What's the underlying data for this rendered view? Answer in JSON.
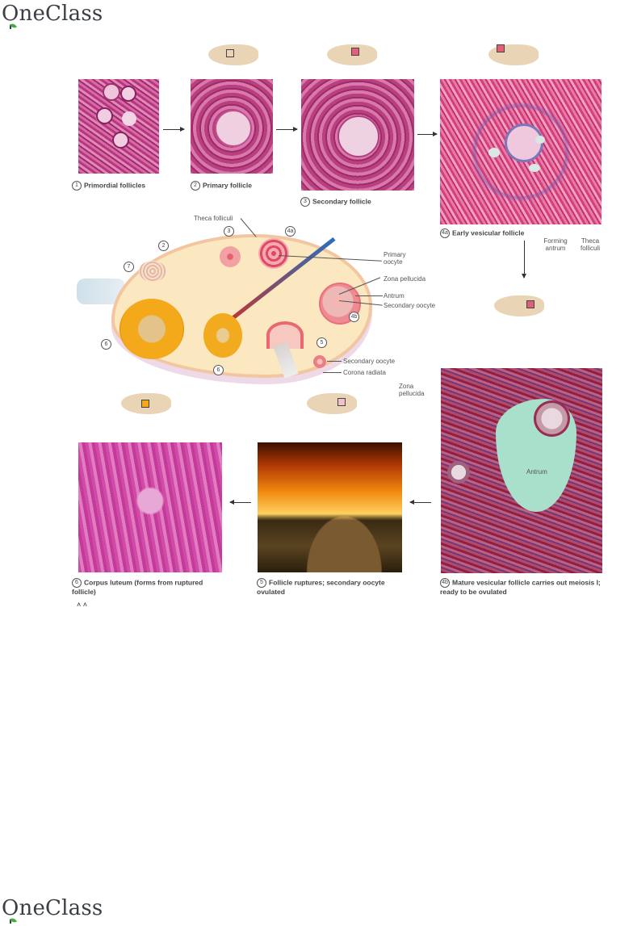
{
  "header": {
    "logo_text": "OneClass"
  },
  "footer": {
    "logo_text": "OneClass"
  },
  "figure": {
    "panels": [
      {
        "id": "1",
        "caption": "Primordial follicles"
      },
      {
        "id": "2",
        "caption": "Primary follicle"
      },
      {
        "id": "3",
        "caption": "Secondary follicle"
      },
      {
        "id": "4a",
        "caption": "Early vesicular follicle",
        "labels": [
          "Forming antrum",
          "Theca folliculi"
        ]
      },
      {
        "id": "4b",
        "caption": "Mature vesicular follicle carries out meiosis I; ready to be ovulated",
        "labels": [
          "Zona pellucida",
          "Antrum"
        ]
      },
      {
        "id": "5",
        "caption": "Follicle ruptures; secondary oocyte ovulated"
      },
      {
        "id": "6",
        "caption": "Corpus luteum (forms from ruptured follicle)"
      }
    ],
    "diagram": {
      "labels": {
        "theca_folliculi": "Theca folliculi",
        "primary_oocyte": "Primary oocyte",
        "zona_pellucida": "Zona pellucida",
        "antrum": "Antrum",
        "secondary_oocyte": "Secondary oocyte",
        "secondary_oocyte_2": "Secondary oocyte",
        "corona_radiata": "Corona radiata"
      },
      "stage_markers": [
        "2",
        "3",
        "4a",
        "7",
        "4b",
        "6",
        "6",
        "5"
      ]
    },
    "stray_marks": "˄ ˄"
  }
}
